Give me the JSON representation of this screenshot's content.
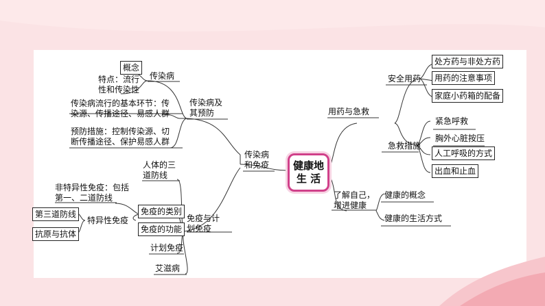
{
  "center": {
    "line1": "健康地",
    "line2": "生 活"
  },
  "left": {
    "branch": {
      "line1": "传染病",
      "line2": "和免疫"
    },
    "prevention": {
      "line1": "传染病及",
      "line2": "其预防"
    },
    "infectious": "传染病",
    "concept": "概念",
    "features": {
      "line1": "特点：流行",
      "line2": "性和传染性"
    },
    "links": {
      "line1": "传染病流行的基本环节：传",
      "line2": "染源、传播途径、易感人群"
    },
    "measures": {
      "line1": "预防措施：控制传染源、切",
      "line2": "断传播途径、保护易感人群"
    },
    "immunity": {
      "line1": "免疫与计",
      "line2": "划免疫"
    },
    "three_lines": {
      "line1": "人体的三",
      "line2": "道防线"
    },
    "nonspecific": {
      "line1": "非特异性免疫：包括",
      "line2": "第一、二道防线"
    },
    "types": "免疫的类别",
    "specific": "特异性免疫",
    "third_line": "第三道防线",
    "antigen": "抗原与抗体",
    "functions": "免疫的功能",
    "planned": "计划免疫",
    "aids": "艾滋病"
  },
  "right": {
    "medicine_first_aid": "用药与急救",
    "safe_medication": "安全用药",
    "prescription": "处方药与非处方药",
    "precautions": "用药的注意事项",
    "home_kit": "家庭小药箱的配备",
    "first_aid": "急救措施",
    "emergency_call": "紧急呼救",
    "cpr": "胸外心脏按压",
    "artificial_resp": "人工呼吸的方式",
    "bleeding": "出血和止血",
    "know_self": {
      "line1": "了解自己，",
      "line2": "增进健康"
    },
    "health_concept": "健康的概念",
    "lifestyle": "健康的生活方式"
  },
  "colors": {
    "center_border": "#d0408a",
    "background": "#fbe3e5",
    "card": "#ffffff",
    "line": "#333333"
  }
}
